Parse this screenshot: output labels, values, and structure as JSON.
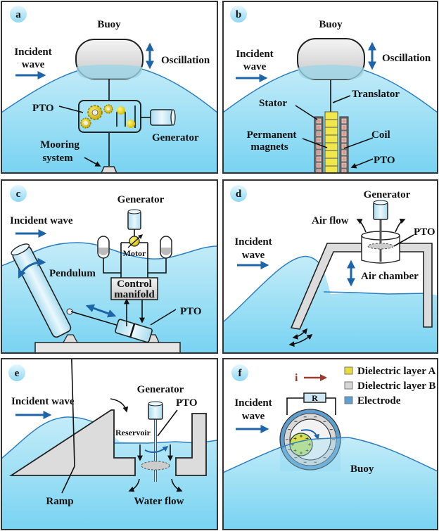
{
  "figure": {
    "description": "Schematic diagrams of six wave energy converter types",
    "colors": {
      "water_top": "#bfeaf7",
      "water_bottom": "#7fd6f3",
      "wave_line": "#2e7fc0",
      "arrow_blue": "#1e64a8",
      "current_arrow": "#9b3a2e",
      "dielectric_a": "#e7dc3a",
      "dielectric_b": "#d6d6d6",
      "electrode": "#5e9fd0",
      "gear": "#e2cf2a",
      "structure_gray": "#d9d9d9"
    },
    "panels": {
      "a": {
        "tag": "a",
        "buoy": "Buoy",
        "incident_1": "Incident",
        "incident_2": "wave",
        "oscillation": "Oscillation",
        "pto": "PTO",
        "generator": "Generator",
        "mooring_1": "Mooring",
        "mooring_2": "system"
      },
      "b": {
        "tag": "b",
        "buoy": "Buoy",
        "incident_1": "Incident",
        "incident_2": "wave",
        "oscillation": "Oscillation",
        "translator": "Translator",
        "stator": "Stator",
        "magnets_1": "Permanent",
        "magnets_2": "magnets",
        "coil": "Coil",
        "pto": "PTO"
      },
      "c": {
        "tag": "c",
        "generator": "Generator",
        "incident": "Incident wave",
        "motor": "Motor",
        "pendulum": "Pendulum",
        "manifold_1": "Control",
        "manifold_2": "manifold",
        "pto": "PTO"
      },
      "d": {
        "tag": "d",
        "generator": "Generator",
        "airflow": "Air flow",
        "pto": "PTO",
        "incident_1": "Incident",
        "incident_2": "wave",
        "chamber": "Air chamber"
      },
      "e": {
        "tag": "e",
        "generator": "Generator",
        "incident": "Incident wave",
        "pto": "PTO",
        "reservoir": "Reservoir",
        "ramp": "Ramp",
        "waterflow": "Water flow"
      },
      "f": {
        "tag": "f",
        "current": "i",
        "resistor": "R",
        "incident_1": "Incident",
        "incident_2": "wave",
        "buoy": "Buoy",
        "legend": [
          "Dielectric layer A",
          "Dielectric layer B",
          "Electrode"
        ]
      }
    }
  }
}
